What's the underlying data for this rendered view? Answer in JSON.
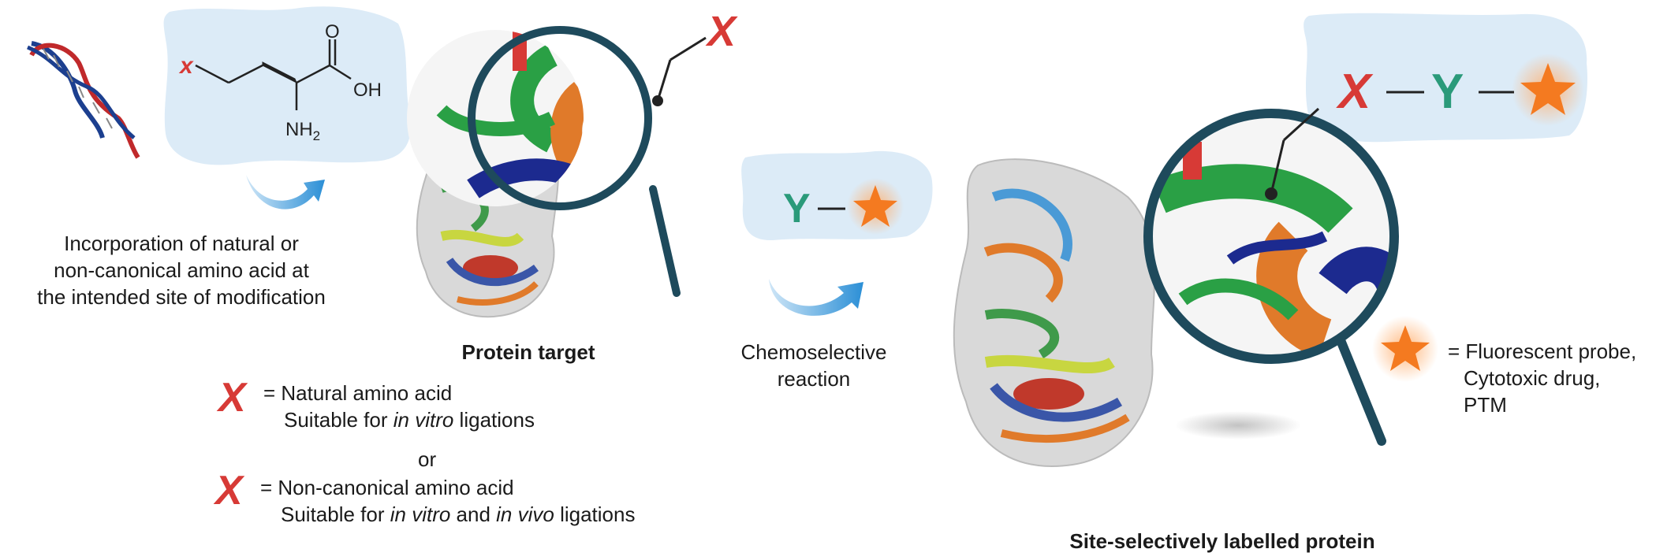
{
  "structure": {
    "x_label": "x",
    "carboxyl_o": "O",
    "carboxyl_oh": "OH",
    "amine": "NH",
    "amine_sub": "2"
  },
  "incorporation_text": [
    "Incorporation of natural or",
    "non-canonical amino acid at",
    "the intended site of modification"
  ],
  "protein_target_label": "Protein target",
  "magnifier_x_label": "X",
  "reagent": {
    "y_label": "Y"
  },
  "reaction_label": [
    "Chemoselective",
    "reaction"
  ],
  "product": {
    "x_label": "X",
    "y_label": "Y"
  },
  "probe_legend": [
    "= Fluorescent probe,",
    "Cytotoxic drug,",
    "PTM"
  ],
  "legend": {
    "natural": {
      "symbol": "X",
      "label": "= Natural amino acid",
      "note_pre": "Suitable for ",
      "note_em": "in vitro",
      "note_post": " ligations"
    },
    "or_text": "or",
    "noncanonical": {
      "symbol": "X",
      "label": "= Non-canonical amino acid",
      "note_pre": "Suitable for ",
      "note_em1": "in vitro",
      "note_mid": " and ",
      "note_em2": "in vivo",
      "note_post": " ligations"
    }
  },
  "product_label": "Site-selectively labelled protein",
  "colors": {
    "x_red": "#d73a36",
    "y_teal": "#2a9a7a",
    "star_orange": "#f47a20",
    "cloud_blue": "#dcebf7",
    "lens_ring": "#1e4a5c"
  }
}
